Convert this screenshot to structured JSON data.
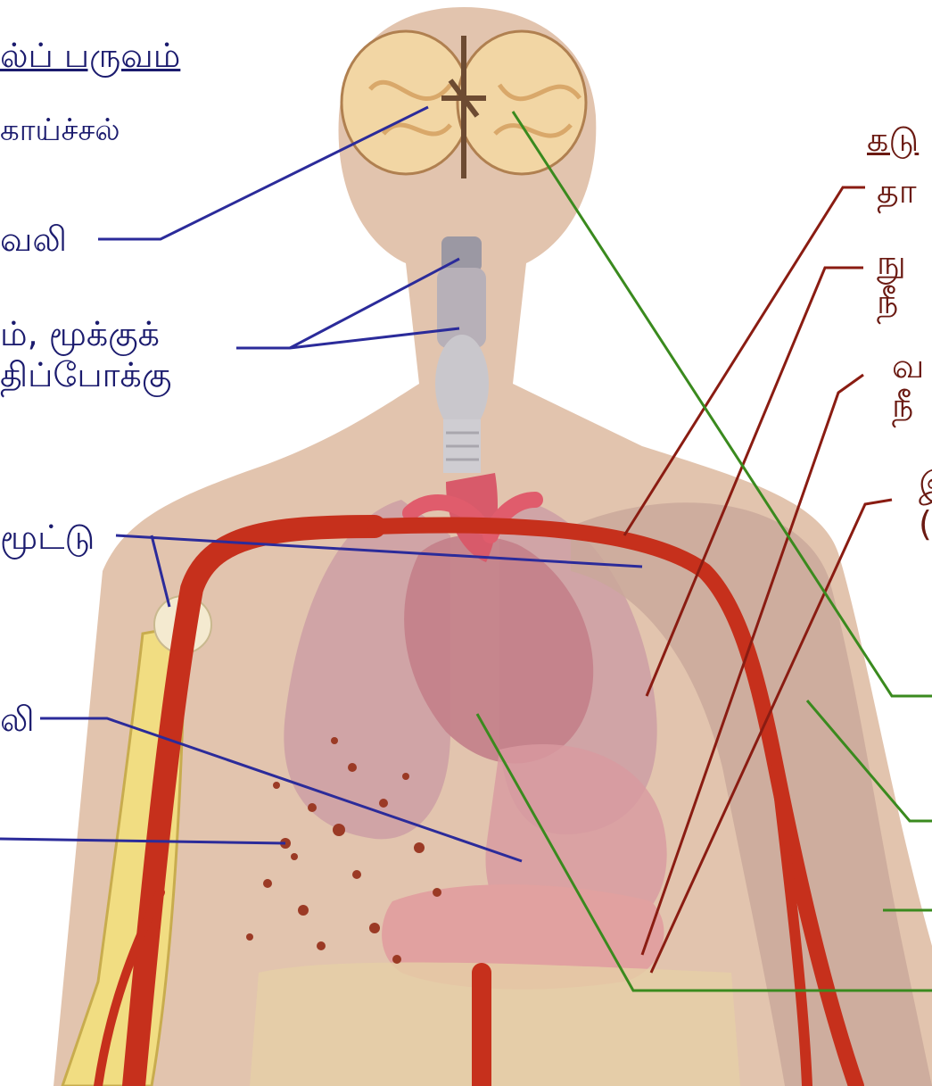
{
  "left_panel": {
    "title": "ல்ப்  பருவம்",
    "labels": [
      "காய்ச்சல்",
      "வலி",
      "ம், மூக்குக்",
      "திப்போக்கு",
      "மூட்டு",
      "லி",
      ""
    ]
  },
  "right_panel": {
    "title": "கடு",
    "labels": [
      "தா",
      "நு",
      "நீ",
      "வ",
      "நீ",
      "இ",
      "(",
      ""
    ]
  },
  "colors": {
    "skin": "#e2c4ae",
    "left_leader": "#2b2b9a",
    "right_leader_red": "#8a1c12",
    "right_leader_green": "#3a8a1e",
    "artery": "#c6301c",
    "bone": "#f1dd82"
  }
}
